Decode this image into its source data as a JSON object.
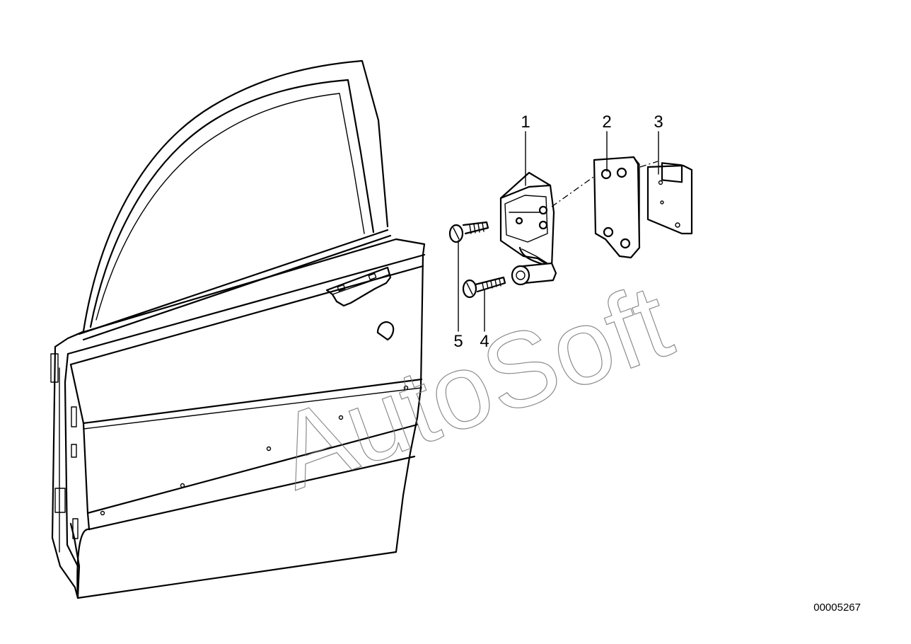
{
  "diagram": {
    "callouts": [
      {
        "id": "1",
        "label": "1"
      },
      {
        "id": "2",
        "label": "2"
      },
      {
        "id": "3",
        "label": "3"
      },
      {
        "id": "4",
        "label": "4"
      },
      {
        "id": "5",
        "label": "5"
      }
    ],
    "reference_number": "00005267",
    "watermark": "AutoSoft"
  }
}
